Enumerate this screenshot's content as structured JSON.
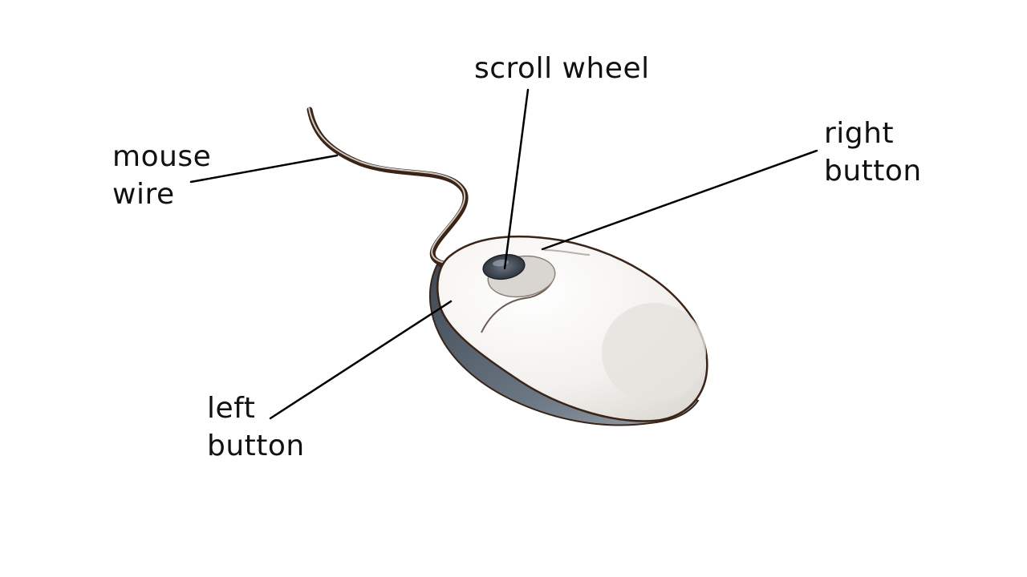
{
  "labels": {
    "mouse_wire": [
      "mouse",
      "wire"
    ],
    "scroll_wheel": [
      "scroll wheel"
    ],
    "right_button": [
      "right",
      "button"
    ],
    "left_button": [
      "left",
      "button"
    ]
  },
  "colors": {
    "background": "#ffffff",
    "text": "#111111",
    "leader_line": "#000000",
    "mouse_shell": "#f4f2ef",
    "mouse_outline": "#3a2418",
    "mouse_base": "#5f6a76",
    "wheel": "#2e3640",
    "cable": "#3a2418"
  }
}
